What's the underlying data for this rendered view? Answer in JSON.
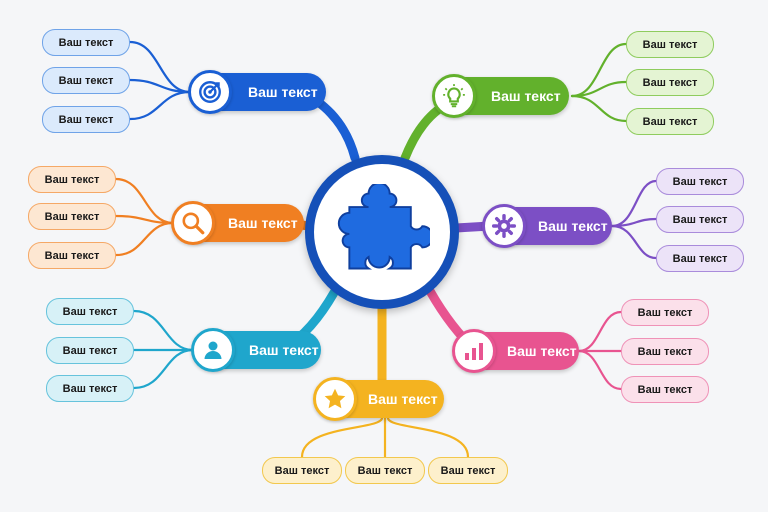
{
  "center": {
    "icon": "puzzle-piece-icon",
    "color": "#1550b8"
  },
  "branches": [
    {
      "id": "blue",
      "label": "Ваш текст",
      "icon": "target-icon",
      "color": "#1a5fd4",
      "leaves": [
        "Ваш текст",
        "Ваш текст",
        "Ваш текст"
      ]
    },
    {
      "id": "green",
      "label": "Ваш текст",
      "icon": "lightbulb-icon",
      "color": "#62b12c",
      "leaves": [
        "Ваш текст",
        "Ваш текст",
        "Ваш текст"
      ]
    },
    {
      "id": "orange",
      "label": "Ваш текст",
      "icon": "magnifier-icon",
      "color": "#f07f22",
      "leaves": [
        "Ваш текст",
        "Ваш текст",
        "Ваш текст"
      ]
    },
    {
      "id": "purple",
      "label": "Ваш текст",
      "icon": "gear-icon",
      "color": "#7c4fc5",
      "leaves": [
        "Ваш текст",
        "Ваш текст",
        "Ваш текст"
      ]
    },
    {
      "id": "cyan",
      "label": "Ваш текст",
      "icon": "user-icon",
      "color": "#1fa6cc",
      "leaves": [
        "Ваш текст",
        "Ваш текст",
        "Ваш текст"
      ]
    },
    {
      "id": "pink",
      "label": "Ваш текст",
      "icon": "bar-chart-icon",
      "color": "#e85490",
      "leaves": [
        "Ваш текст",
        "Ваш текст",
        "Ваш текст"
      ]
    },
    {
      "id": "yellow",
      "label": "Ваш текст",
      "icon": "star-icon",
      "color": "#f4b320",
      "leaves": [
        "Ваш текст",
        "Ваш текст",
        "Ваш текст"
      ]
    }
  ],
  "leaf_styles": {
    "blue": {
      "fill": "#dbeafc",
      "border": "#6fa3e8"
    },
    "green": {
      "fill": "#e4f4d3",
      "border": "#8fcc5e"
    },
    "orange": {
      "fill": "#fde7d2",
      "border": "#f5a866"
    },
    "purple": {
      "fill": "#ece3f8",
      "border": "#a98bdb"
    },
    "cyan": {
      "fill": "#d7f1f7",
      "border": "#66c3dc"
    },
    "pink": {
      "fill": "#fbe0ea",
      "border": "#ef92b7"
    },
    "yellow": {
      "fill": "#fdf0cc",
      "border": "#f2c84e"
    }
  }
}
